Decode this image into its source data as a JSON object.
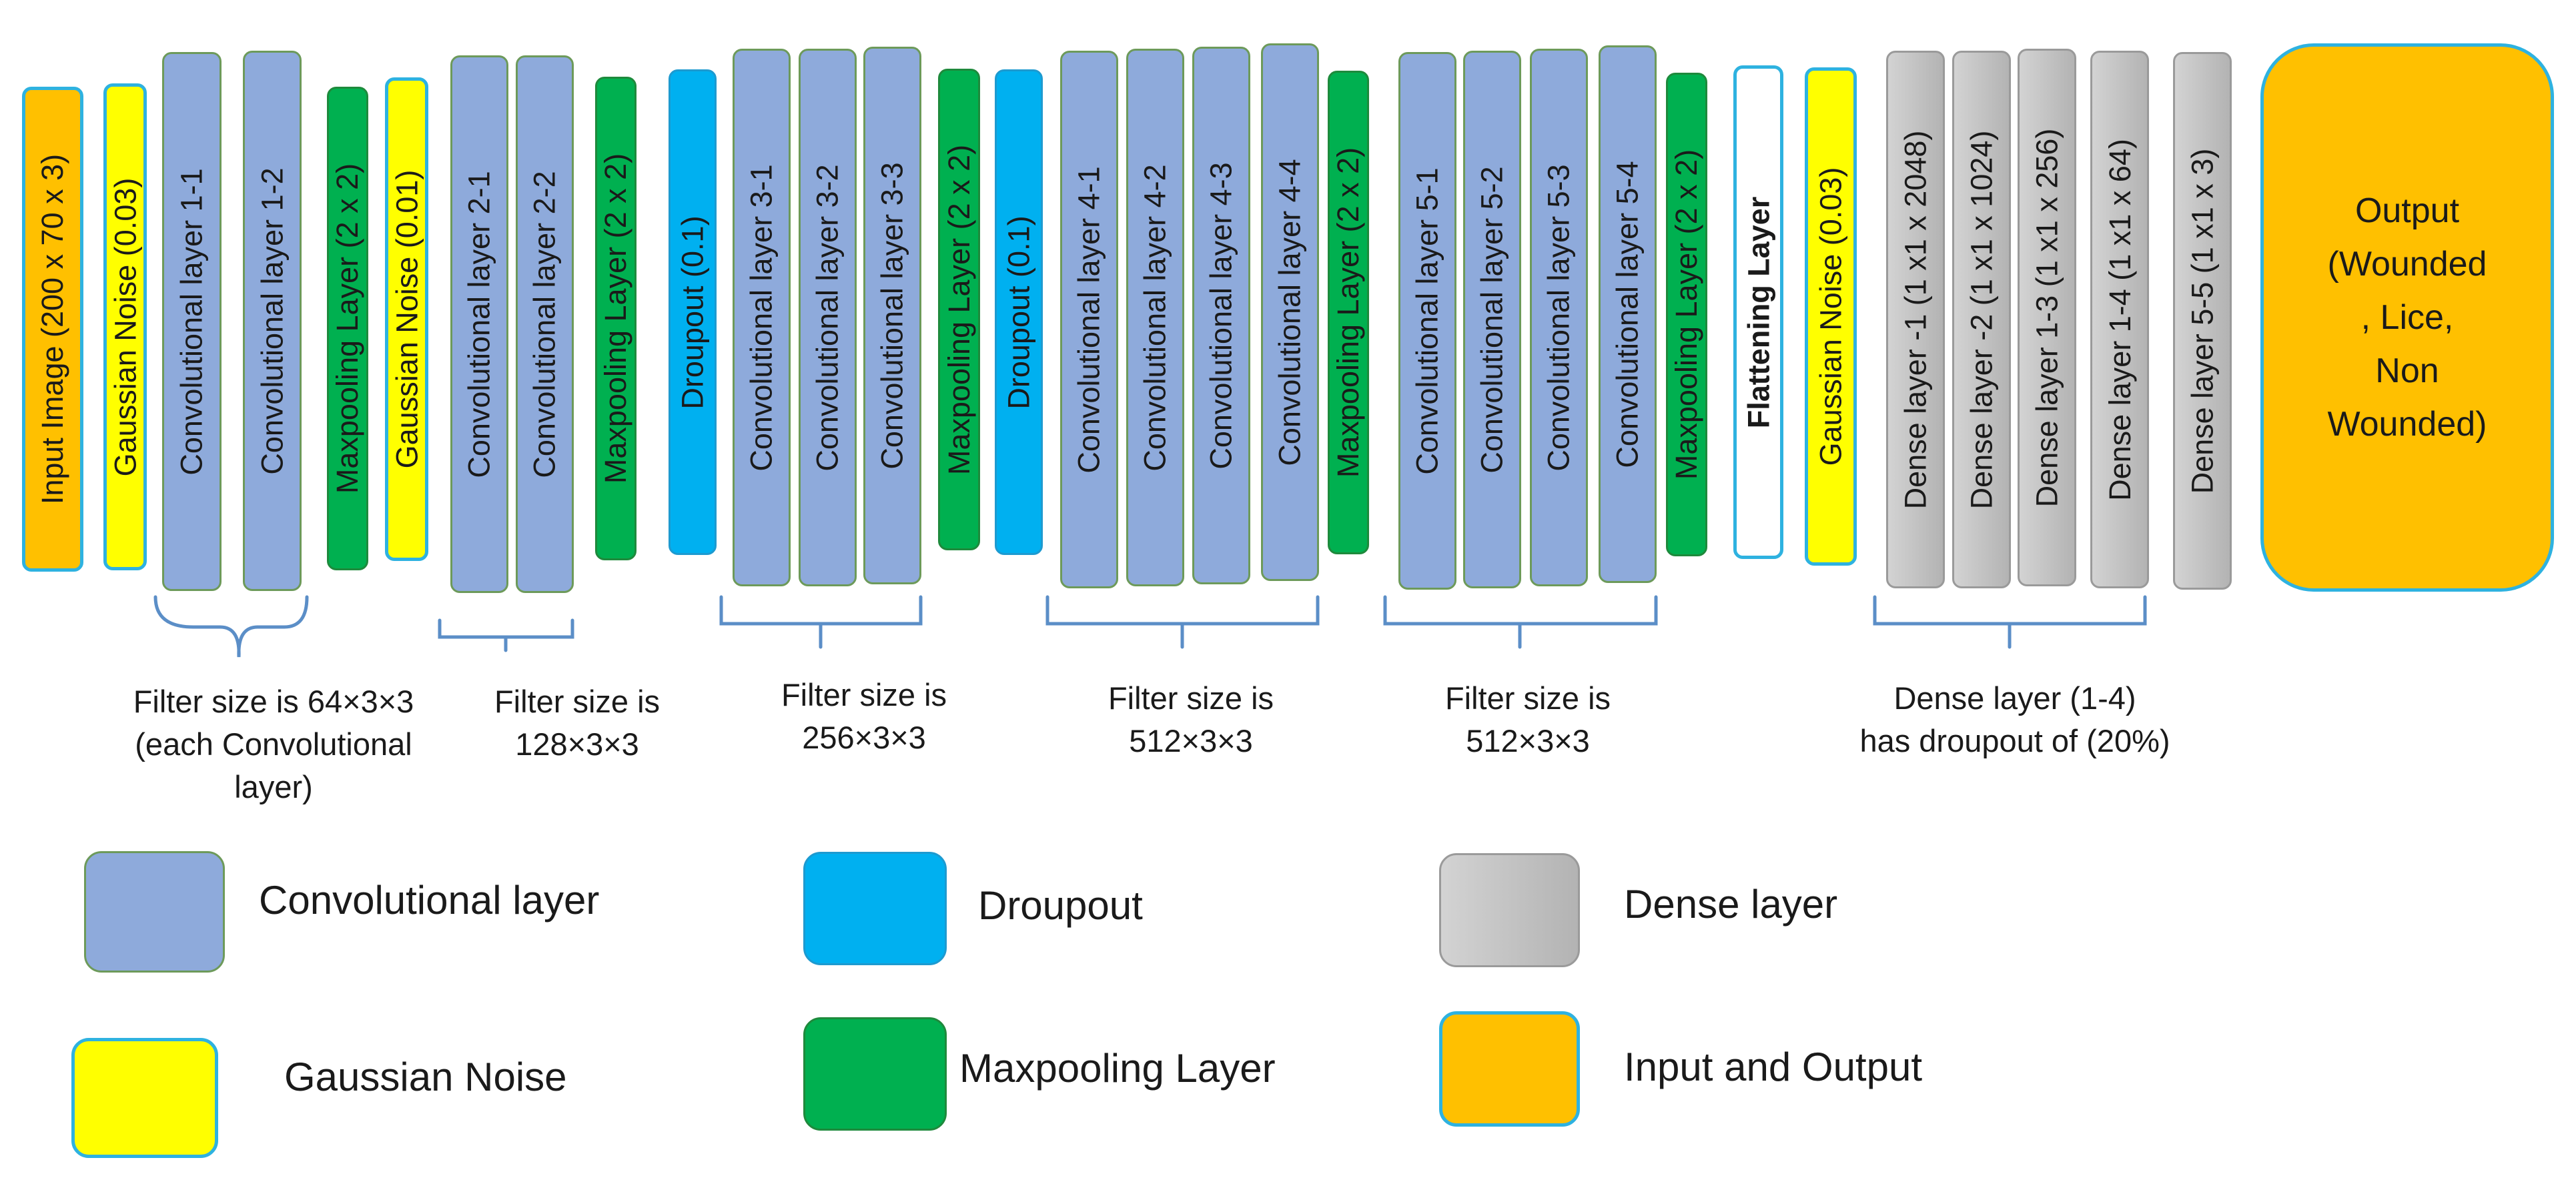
{
  "blocks": {
    "input_image": "Input Image (200 x 70 x 3)",
    "gaussian_noise_1": "Gaussian Noise (0.03)",
    "conv_1_1": "Convolutional layer 1-1",
    "conv_1_2": "Convolutional layer 1-2",
    "maxpool_1": "Maxpooling Layer (2 x 2)",
    "gaussian_noise_2": "Gaussian Noise (0.01)",
    "conv_2_1": "Convolutional layer 2-1",
    "conv_2_2": "Convolutional layer 2-2",
    "maxpool_2": "Maxpooling Layer (2 x 2)",
    "dropout_1": "Droupout (0.1)",
    "conv_3_1": "Convolutional layer 3-1",
    "conv_3_2": "Convolutional layer 3-2",
    "conv_3_3": "Convolutional layer 3-3",
    "maxpool_3": "Maxpooling Layer (2 x 2)",
    "dropout_2": "Droupout (0.1)",
    "conv_4_1": "Convolutional layer 4-1",
    "conv_4_2": "Convolutional layer 4-2",
    "conv_4_3": "Convolutional layer 4-3",
    "conv_4_4": "Convolutional layer 4-4",
    "maxpool_4": "Maxpooling Layer (2 x 2)",
    "conv_5_1": "Convolutional layer 5-1",
    "conv_5_2": "Convolutional layer 5-2",
    "conv_5_3": "Convolutional layer 5-3",
    "conv_5_4": "Convolutional layer 5-4",
    "maxpool_5": "Maxpooling Layer (2 x 2)",
    "flattening": "Flattening Layer",
    "gaussian_noise_3": "Gaussian Noise (0.03)",
    "dense_1": "Dense layer -1  (1 x1 x 2048)",
    "dense_2": "Dense layer -2 (1 x1 x 1024)",
    "dense_3": "Dense layer 1-3 (1 x1 x 256)",
    "dense_4": "Dense layer 1-4 (1 x1 x 64)",
    "dense_5": "Dense layer 5-5 (1 x1 x 3)",
    "output_lines": [
      "Output",
      "(Wounded",
      ", Lice,",
      "Non",
      "Wounded)"
    ]
  },
  "captions": {
    "group1": [
      "Filter size is 64×3×3",
      "(each Convolutional",
      "layer)"
    ],
    "group2": [
      "Filter size is",
      "128×3×3"
    ],
    "group3": [
      "Filter size is",
      "256×3×3"
    ],
    "group4": [
      "Filter size is",
      "512×3×3"
    ],
    "group5": [
      "Filter size is",
      "512×3×3"
    ],
    "dense": [
      "Dense layer (1-4)",
      "has droupout of (20%)"
    ]
  },
  "legend": {
    "conv": "Convolutional layer",
    "dropout": "Droupout",
    "dense": "Dense layer",
    "noise": "Gaussian Noise",
    "maxpool": "Maxpooling Layer",
    "inout": "Input and Output"
  },
  "colors": {
    "conv": "#8eaadb",
    "maxpool": "#00b050",
    "noise": "#ffff00",
    "dropout": "#00b0f0",
    "dense": "#bfbfbf",
    "inout": "#ffc000",
    "outline": "#2eb2e0"
  }
}
